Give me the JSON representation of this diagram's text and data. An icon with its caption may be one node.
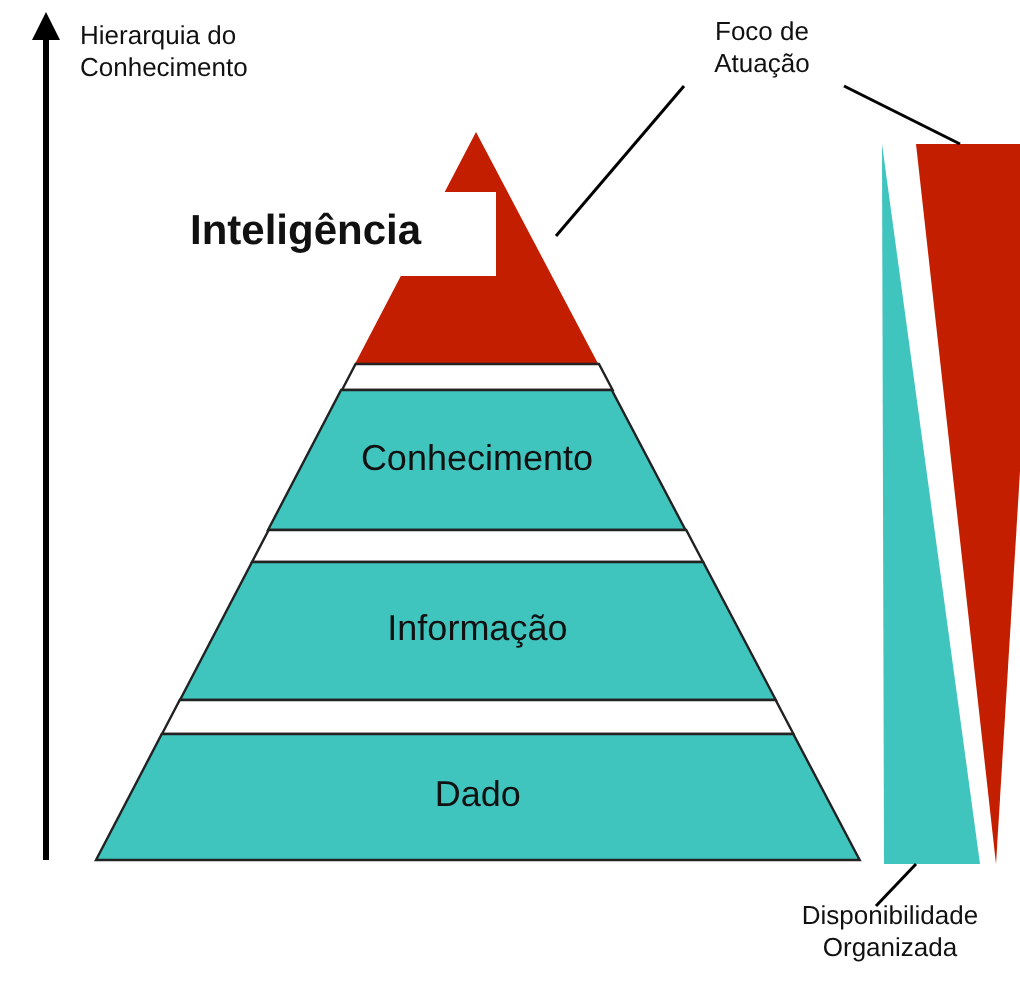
{
  "diagram": {
    "nodes": [
      {
        "text": [
          "Inteligência"
        ]
      },
      {
        "text": [],
        "shape": "band"
      },
      {
        "text": [
          "Conhecimento"
        ]
      },
      {
        "text": [],
        "shape": "band"
      },
      {
        "text": [
          "Informação"
        ]
      },
      {
        "text": [],
        "shape": "band"
      },
      {
        "text": [
          "Dado"
        ]
      },
      {
        "text": [
          "Foco de Atuação"
        ]
      },
      {
        "text": [],
        "shape": "triangle"
      },
      {
        "text": [],
        "shape": "triangle"
      },
      {
        "text": [
          "Disponibilidade Organizada"
        ]
      }
    ],
    "edges": [
      {
        "from": 7,
        "to": 0,
        "arrow": "none"
      },
      {
        "from": 7,
        "to": 8,
        "arrow": "none"
      },
      {
        "from": 10,
        "to": 9,
        "arrow": "none"
      }
    ],
    "labels": [
      "Hierarquia do Conhecimento"
    ]
  }
}
